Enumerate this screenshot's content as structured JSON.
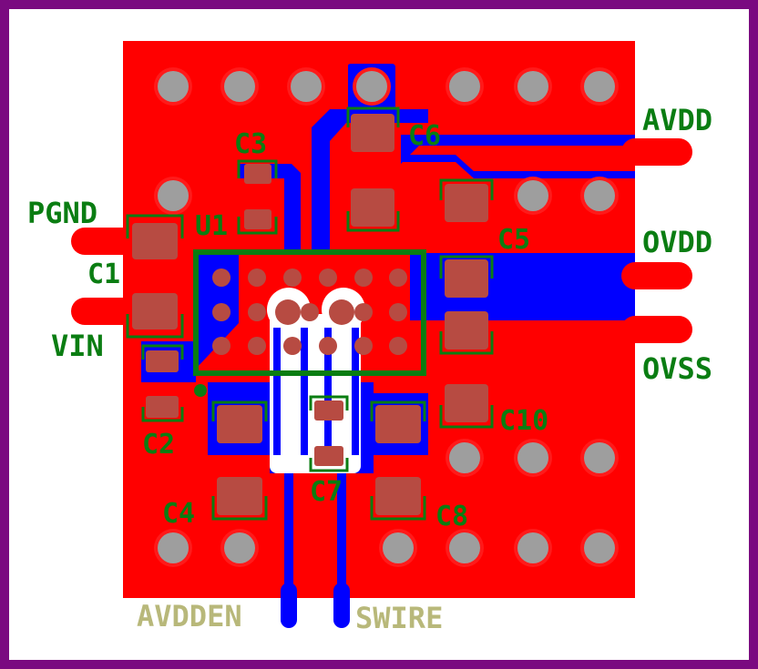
{
  "colors": {
    "frame": "#7a0a80",
    "background": "#ffffff",
    "top_copper": "#ff0000",
    "bottom_copper": "#0000ff",
    "pad": "#b74b42",
    "via_ring": "#ff1a1a",
    "via_hole": "#9e9e9e",
    "silkscreen": "#0a7d12",
    "label_text": "#0a7d12",
    "bottom_label_text": "#b8b87a"
  },
  "net_labels": {
    "avdd": "AVDD",
    "ovdd": "OVDD",
    "ovss": "OVSS",
    "pgnd": "PGND",
    "vin": "VIN",
    "avdden": "AVDDEN",
    "swire": "SWIRE"
  },
  "components": {
    "u1": "U1",
    "c1": "C1",
    "c2": "C2",
    "c3": "C3",
    "c4": "C4",
    "c5": "C5",
    "c6": "C6",
    "c7": "C7",
    "c8": "C8",
    "c10": "C10"
  }
}
